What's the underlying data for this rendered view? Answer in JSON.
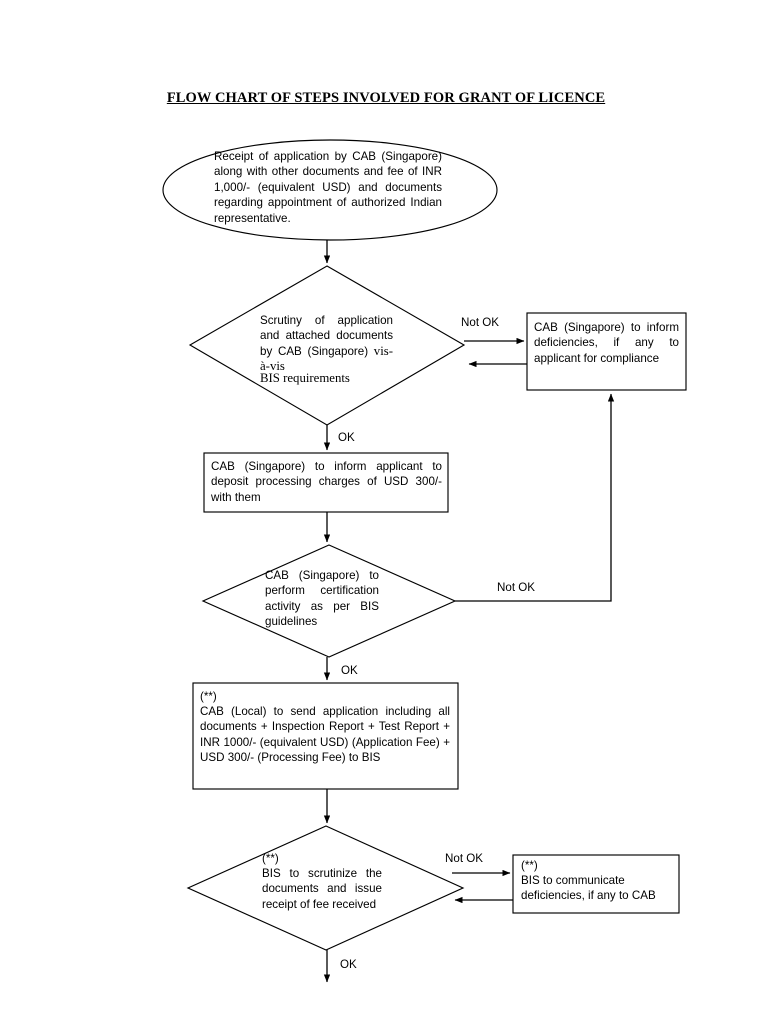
{
  "document": {
    "title": "FLOW CHART OF STEPS INVOLVED FOR GRANT OF LICENCE"
  },
  "nodes": {
    "start_oval": {
      "shape": "ellipse",
      "text": "Receipt of application by CAB (Singapore) along with other documents and fee of INR 1,000/- (equivalent USD) and documents regarding appointment of authorized Indian representative."
    },
    "decision_scrutiny": {
      "shape": "diamond",
      "text_sans": "Scrutiny of application and attached documents by CAB (Singapore)",
      "text_serif_inline": "vis-à-vis",
      "text_serif_line": "BIS requirements"
    },
    "box_deficiencies": {
      "shape": "rectangle",
      "text": "CAB (Singapore) to inform deficiencies, if any to applicant for compliance"
    },
    "box_processing_charges": {
      "shape": "rectangle",
      "text": "CAB (Singapore) to inform applicant to deposit processing charges of USD 300/- with them"
    },
    "decision_certification": {
      "shape": "diamond",
      "text": "CAB (Singapore) to perform certification activity as per BIS guidelines"
    },
    "box_send_application": {
      "shape": "rectangle",
      "marker": "(**)",
      "text": "CAB (Local) to send application including all documents + Inspection Report + Test Report + INR 1000/- (equivalent USD) (Application Fee) + USD 300/- (Processing Fee) to BIS"
    },
    "decision_bis_scrutinize": {
      "shape": "diamond",
      "marker": "(**)",
      "text": "BIS to scrutinize the documents and issue receipt of fee received"
    },
    "box_bis_communicate": {
      "shape": "rectangle",
      "marker": "(**)",
      "text": "BIS to communicate deficiencies, if any to CAB"
    }
  },
  "edges": {
    "scrutiny_not_ok": "Not OK",
    "scrutiny_ok": "OK",
    "certification_not_ok": "Not OK",
    "certification_ok": "OK",
    "bis_not_ok": "Not OK",
    "bis_ok": "OK"
  },
  "style": {
    "stroke": "#000000",
    "fill": "#ffffff",
    "background": "#ffffff"
  }
}
